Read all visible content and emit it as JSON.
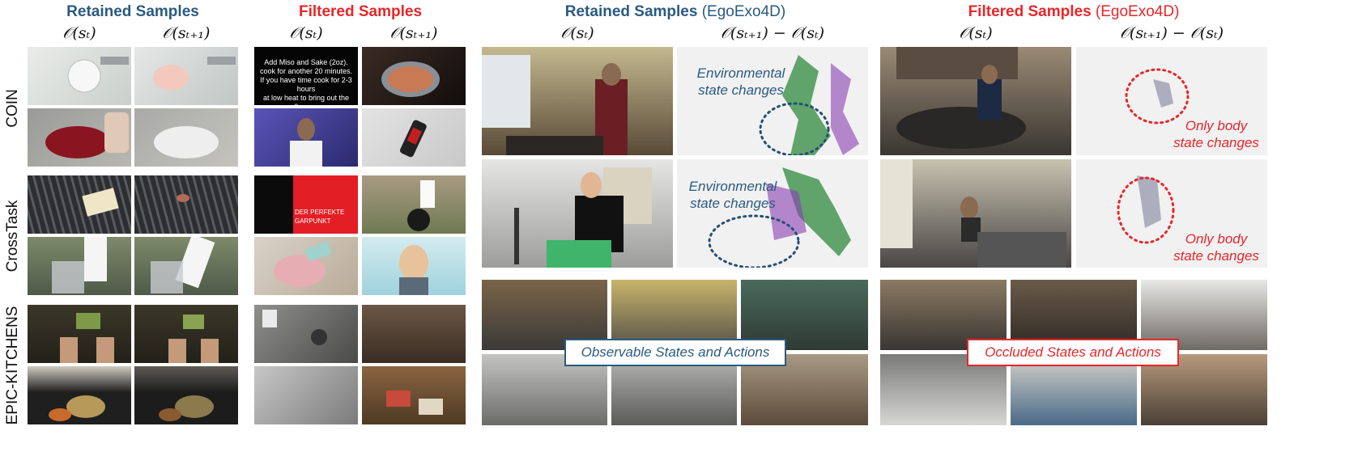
{
  "headers": {
    "retained": "Retained Samples",
    "filtered": "Filtered Samples",
    "retained_ego_main": "Retained Samples",
    "retained_ego_sub": "(EgoExo4D)",
    "filtered_ego_main": "Filtered Samples",
    "filtered_ego_sub": "(EgoExo4D)"
  },
  "math": {
    "o_st": "𝒪(sₜ)",
    "o_st1": "𝒪(sₜ₊₁)",
    "o_diff": "𝒪(sₜ₊₁) − 𝒪(sₜ)"
  },
  "row_labels": {
    "coin": "COIN",
    "crosstask": "CrossTask",
    "epic": "EPIC-KITCHENS"
  },
  "frame_text": {
    "miso_line1": "Add Miso and Sake (2oz).",
    "miso_line2": "cook for another 20 minutes.",
    "miso_line3": "If you have time cook for 2-3 hours",
    "miso_line4": "at low heat to bring out the flavors.",
    "garpunkt_line1": "DER PERFEKTE",
    "garpunkt_line2": "GARPUNKT"
  },
  "annotations": {
    "env_change_1_line1": "Environmental",
    "env_change_1_line2": "state changes",
    "env_change_2_line1": "Environmental",
    "env_change_2_line2": "state changes",
    "body_change_1_line1": "Only body",
    "body_change_1_line2": "state changes",
    "body_change_2_line1": "Only body",
    "body_change_2_line2": "state changes",
    "observable": "Observable States and Actions",
    "occluded": "Occluded States and Actions"
  },
  "colors": {
    "retained_blue": "#2a5a80",
    "filtered_red": "#e8262a"
  }
}
